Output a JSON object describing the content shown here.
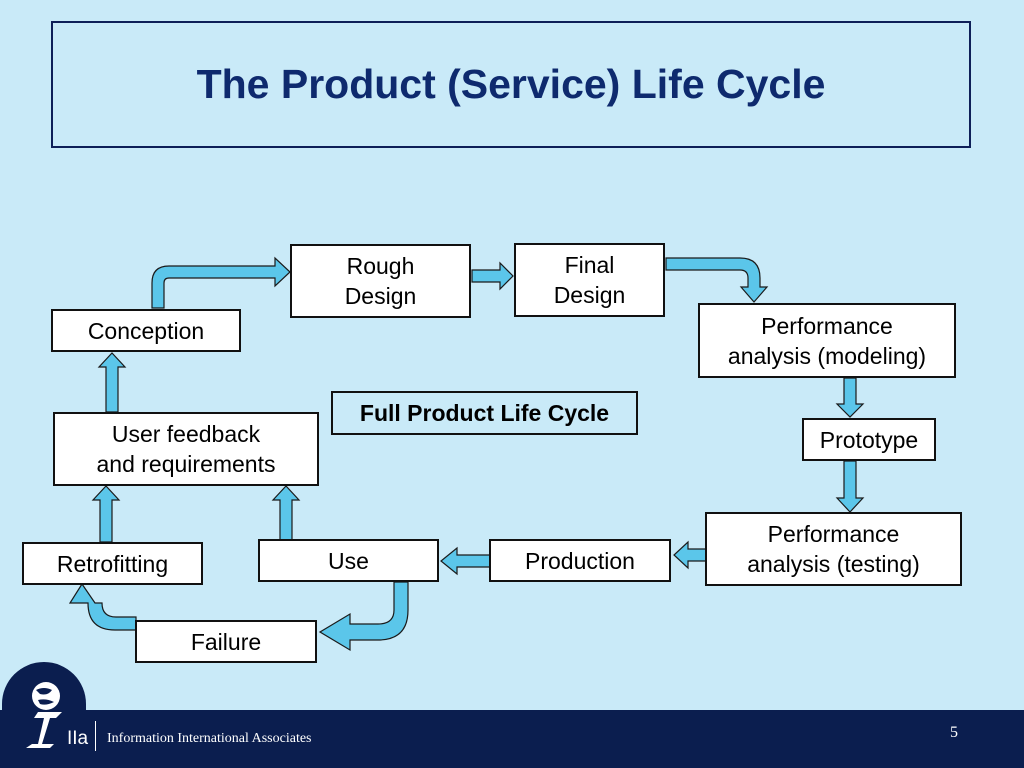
{
  "title": "The Product (Service) Life Cycle",
  "center_label": "Full Product Life Cycle",
  "nodes": {
    "rough_design": "Rough\nDesign",
    "final_design": "Final\nDesign",
    "conception": "Conception",
    "perf_modeling": "Performance\nanalysis (modeling)",
    "prototype": "Prototype",
    "user_feedback": "User feedback\nand requirements",
    "perf_testing": "Performance\nanalysis (testing)",
    "retrofitting": "Retrofitting",
    "use": "Use",
    "production": "Production",
    "failure": "Failure"
  },
  "footer": {
    "brand": "IIa",
    "company": "Information International Associates",
    "page_number": "5"
  },
  "colors": {
    "background": "#c9eaf8",
    "arrow_fill": "#5bc6ea",
    "title_text": "#0e2a6e",
    "footer_bar": "#0b1e4f"
  }
}
